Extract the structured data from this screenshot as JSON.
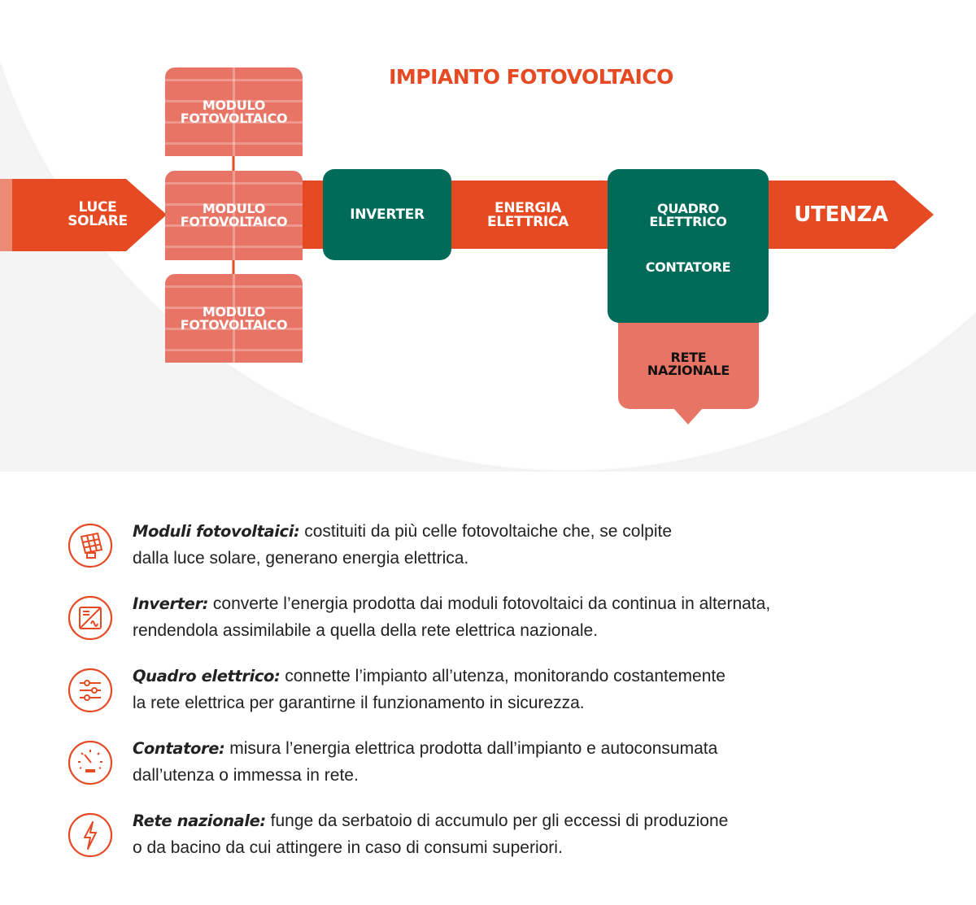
{
  "title": "IMPIANTO FOTOVOLTAICO",
  "diagram": {
    "luce_solare": [
      "LUCE",
      "SOLARE"
    ],
    "modules": [
      [
        "MODULO",
        "FOTOVOLTAICO"
      ],
      [
        "MODULO",
        "FOTOVOLTAICO"
      ],
      [
        "MODULO",
        "FOTOVOLTAICO"
      ]
    ],
    "inverter": "INVERTER",
    "energia": [
      "ENERGIA",
      "ELETTRICA"
    ],
    "quadro": [
      "QUADRO",
      "ELETTRICO"
    ],
    "contatore": "CONTATORE",
    "rete": [
      "RETE",
      "NAZIONALE"
    ],
    "utenza": "UTENZA"
  },
  "colors": {
    "orange": "#e64a23",
    "salmon": "#e87466",
    "green": "#006b58"
  },
  "legend": [
    {
      "icon": "solar-panel-icon",
      "term": "Moduli fotovoltaici:",
      "line1": " costituiti da più celle fotovoltaiche che, se colpite",
      "line2": "dalla luce solare, generano energia elettrica."
    },
    {
      "icon": "inverter-icon",
      "term": "Inverter:",
      "line1": " converte l’energia prodotta dai moduli fotovoltaici da continua in alternata,",
      "line2": "rendendola assimilabile a quella della rete elettrica nazionale."
    },
    {
      "icon": "sliders-icon",
      "term": "Quadro elettrico:",
      "line1": " connette l’impianto all’utenza, monitorando costantemente",
      "line2": "la rete elettrica per garantirne il funzionamento in sicurezza."
    },
    {
      "icon": "gauge-icon",
      "term": "Contatore:",
      "line1": " misura l’energia elettrica prodotta dall’impianto e autoconsumata",
      "line2": "dall’utenza o immessa in rete."
    },
    {
      "icon": "lightning-icon",
      "term": "Rete nazionale:",
      "line1": " funge da serbatoio di accumulo per gli eccessi di produzione",
      "line2": "o da bacino da cui attingere in caso di consumi superiori."
    }
  ]
}
